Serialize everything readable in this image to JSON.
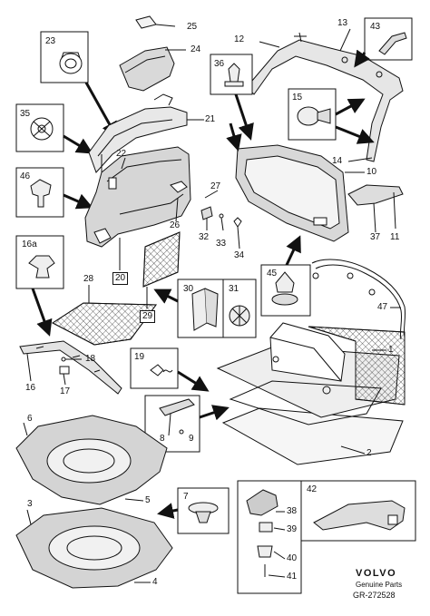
{
  "labels": {
    "n1": "1",
    "n2": "2",
    "n3": "3",
    "n4": "4",
    "n5": "5",
    "n6": "6",
    "n7": "7",
    "n8": "8",
    "n9": "9",
    "n10": "10",
    "n11": "11",
    "n12": "12",
    "n13": "13",
    "n14": "14",
    "n15": "15",
    "n16": "16",
    "n16a": "16a",
    "n17": "17",
    "n18": "18",
    "n19": "19",
    "n20": "20",
    "n21": "21",
    "n22": "22",
    "n23": "23",
    "n24": "24",
    "n25": "25",
    "n26": "26",
    "n27": "27",
    "n28": "28",
    "n29": "29",
    "n30": "30",
    "n31": "31",
    "n32": "32",
    "n33": "33",
    "n34": "34",
    "n35": "35",
    "n36": "36",
    "n37": "37",
    "n38": "38",
    "n39": "39",
    "n40": "40",
    "n41": "41",
    "n42": "42",
    "n43": "43",
    "n45": "45",
    "n46": "46",
    "n47": "47"
  },
  "brand": {
    "name": "VOLVO",
    "subtitle": "Genuine Parts",
    "reference": "GR-272528"
  },
  "colors": {
    "ink": "#111111",
    "shade": "#cfcfcf",
    "background": "#ffffff"
  }
}
